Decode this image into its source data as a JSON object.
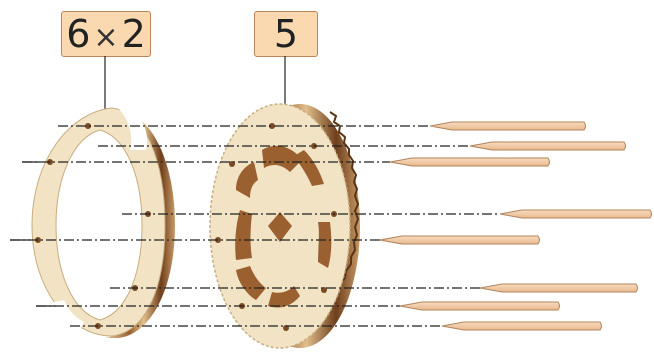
{
  "labels": {
    "ring_count": "6",
    "ring_multiplier_symbol": "×",
    "ring_multiplier": "2",
    "wheel_count": "5"
  },
  "colors": {
    "label_fill": "#fbd9b0",
    "label_border": "#b8865a",
    "plywood_face": "#f1e3c4",
    "plywood_edge_dark": "#7a4a24",
    "plywood_edge_light": "#e5c79a",
    "dowel": "#f2c9a0",
    "dowel_outline": "#b0855e",
    "guide_line": "#222222"
  },
  "icons": [
    "ring-part-icon",
    "gear-wheel-part-icon",
    "dowel-pin-icon"
  ]
}
